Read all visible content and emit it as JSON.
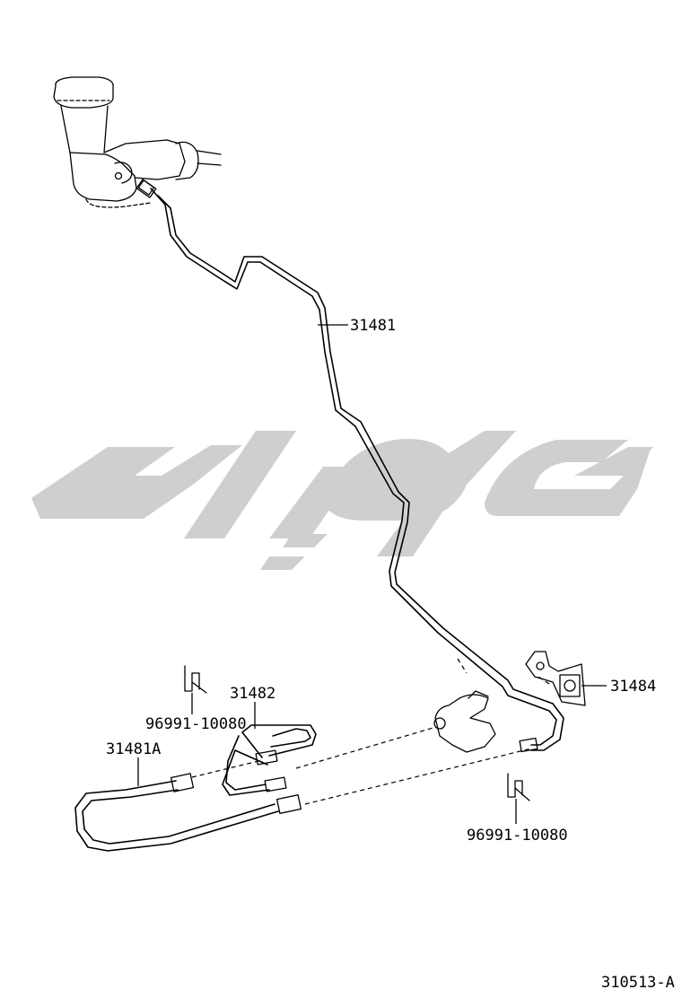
{
  "diagram": {
    "watermark_color": "#cfcfcf",
    "line_color": "#000000",
    "parts": {
      "p31481": "31481",
      "p31482": "31482",
      "p31481A": "31481A",
      "p31484": "31484",
      "clip_a": "96991-10080",
      "clip_b": "96991-10080"
    },
    "drawing_number": "310513-A"
  }
}
